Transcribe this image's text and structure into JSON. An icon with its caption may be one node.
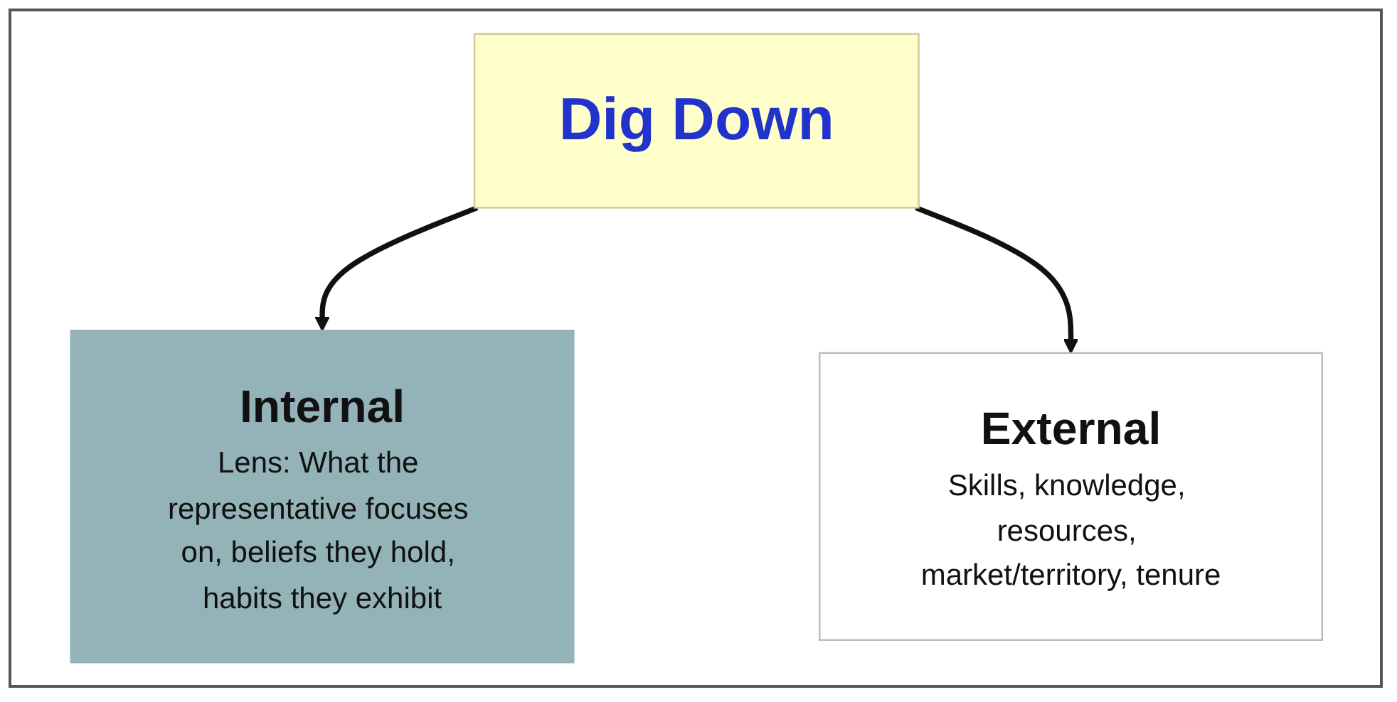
{
  "diagram": {
    "nodes": [
      {
        "text": [
          "Dig Down"
        ]
      },
      {
        "text": [
          "Internal",
          "Lens: What the representative focuses on, beliefs they hold, habits they exhibit"
        ]
      },
      {
        "text": [
          "External",
          "Skills, knowledge, resources, market/territory, tenure"
        ]
      }
    ],
    "edges": [
      {
        "from": 0,
        "to": 1,
        "arrow": "to"
      },
      {
        "from": 0,
        "to": 2,
        "arrow": "to"
      }
    ]
  }
}
